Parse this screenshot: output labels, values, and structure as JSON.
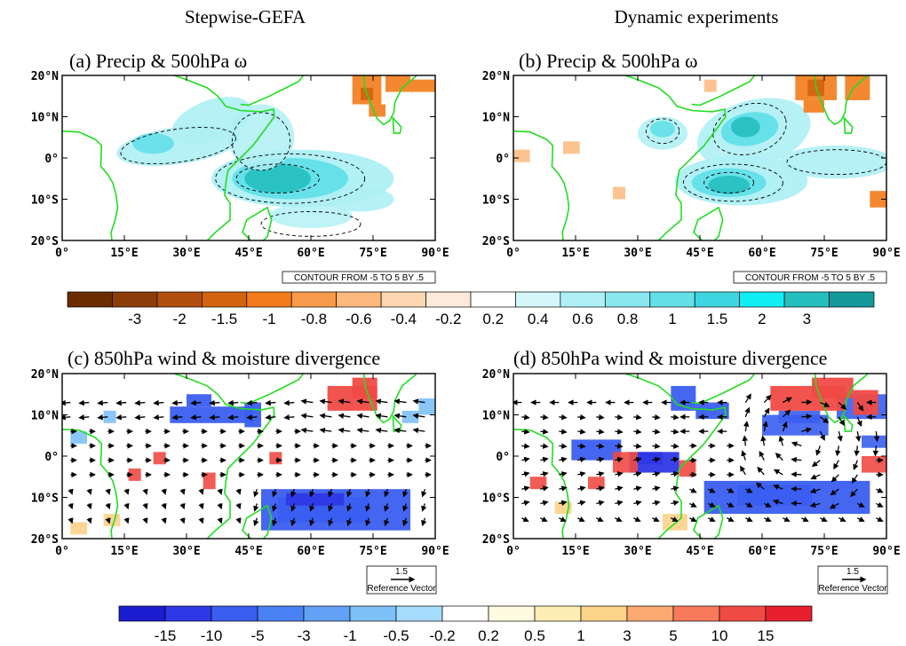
{
  "column_titles": [
    "Stepwise-GEFA",
    "Dynamic experiments"
  ],
  "panels": [
    {
      "id": "a",
      "title": "(a) Precip & 500hPa ω",
      "kind": "precip",
      "variant": "gefa"
    },
    {
      "id": "b",
      "title": "(b) Precip & 500hPa ω",
      "kind": "precip",
      "variant": "dyn"
    },
    {
      "id": "c",
      "title": "(c) 850hPa wind & moisture divergence",
      "kind": "wind",
      "variant": "gefa"
    },
    {
      "id": "d",
      "title": "(d) 850hPa wind & moisture divergence",
      "kind": "wind",
      "variant": "dyn"
    }
  ],
  "axes": {
    "x_ticks": [
      "0°",
      "15°E",
      "30°E",
      "45°E",
      "60°E",
      "75°E",
      "90°E"
    ],
    "y_ticks": [
      "20°N",
      "10°N",
      "0°",
      "10°S",
      "20°S"
    ],
    "x_range": [
      0,
      90
    ],
    "y_range": [
      -20,
      20
    ]
  },
  "contour_note": "CONTOUR FROM -5 TO 5 BY .5",
  "reference_vector": {
    "magnitude": "1.5",
    "label": "Reference Vector"
  },
  "colorbar_precip": {
    "labels": [
      "-3",
      "-2",
      "-1.5",
      "-1",
      "-0.8",
      "-0.6",
      "-0.4",
      "-0.2",
      "0.2",
      "0.4",
      "0.6",
      "0.8",
      "1",
      "1.5",
      "2",
      "3"
    ],
    "colors": [
      "#6b2c00",
      "#8c3c08",
      "#b24e0e",
      "#d3630f",
      "#f37b1a",
      "#f89a4c",
      "#fbb97e",
      "#fdd7b2",
      "#feeadb",
      "#ffffff",
      "#d4f7fa",
      "#aef0f5",
      "#8ae8ef",
      "#63dfe8",
      "#3dd6e0",
      "#10eef4",
      "#25bfbf",
      "#159a9c"
    ]
  },
  "colorbar_div": {
    "labels": [
      "-15",
      "-10",
      "-5",
      "-3",
      "-1",
      "-0.5",
      "-0.2",
      "0.2",
      "0.5",
      "1",
      "3",
      "5",
      "10",
      "15"
    ],
    "colors": [
      "#1c1cd0",
      "#2e38e6",
      "#3a5ef0",
      "#4a82f4",
      "#62a2f6",
      "#7ec0f8",
      "#a6dcfb",
      "#ffffff",
      "#fffbe0",
      "#feeeb4",
      "#fdd28a",
      "#fbaa72",
      "#f77a5c",
      "#f04a44",
      "#e8202e"
    ]
  },
  "colors": {
    "coastline": "#22dd22",
    "precip_pos": "#63dfe8",
    "precip_neg": "#f37b1a",
    "div_neg": "#3a5ef0",
    "div_pos": "#f04a44"
  }
}
